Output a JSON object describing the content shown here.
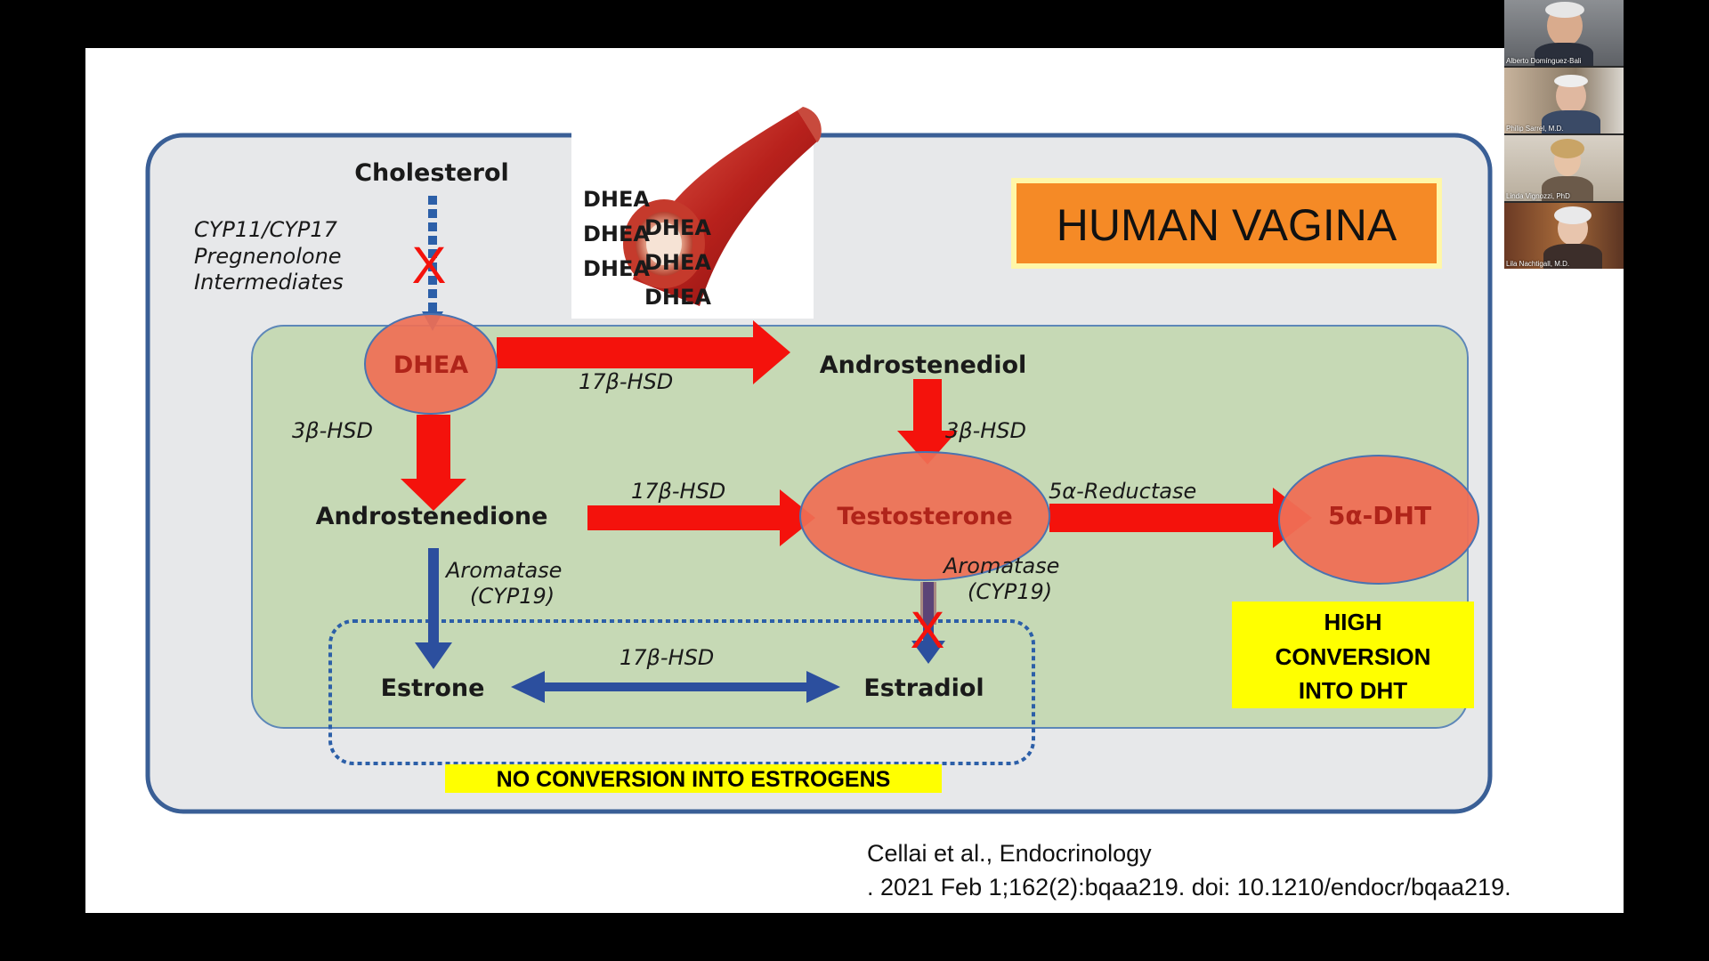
{
  "slide": {
    "diagram": {
      "nodes": {
        "cholesterol": "Cholesterol",
        "dhea": "DHEA",
        "androstenediol": "Androstenediol",
        "androstenedione": "Androstenedione",
        "testosterone": "Testosterone",
        "dht": "5α-DHT",
        "estrone": "Estrone",
        "estradiol": "Estradiol"
      },
      "enzymes": {
        "cyp_line1": "CYP11/CYP17",
        "cyp_line2": "Pregnenolone",
        "cyp_line3": "Intermediates",
        "hsd17_top": "17β-HSD",
        "hsd3_left": "3β-HSD",
        "hsd3_right": "3β-HSD",
        "hsd17_mid": "17β-HSD",
        "reductase": "5α-Reductase",
        "aromatase_left_1": "Aromatase",
        "aromatase_left_2": "(CYP19)",
        "aromatase_right_1": "Aromatase",
        "aromatase_right_2": "(CYP19)",
        "hsd17_bottom": "17β-HSD"
      },
      "blood_vessel_labels": [
        "DHEA",
        "DHEA",
        "DHEA",
        "DHEA",
        "DHEA",
        "DHEA"
      ],
      "block_mark": "X",
      "title_box": "HUMAN VAGINA",
      "high_conversion": [
        "HIGH",
        "CONVERSION",
        "INTO DHT"
      ],
      "no_conversion": "NO CONVERSION INTO ESTROGENS"
    },
    "citation": {
      "line1": "Cellai et al., Endocrinology",
      "line2": ". 2021 Feb 1;162(2):bqaa219. doi: 10.1210/endocr/bqaa219."
    }
  },
  "participants": [
    {
      "name": "Alberto Domínguez-Bali"
    },
    {
      "name": "Philip Sarrel, M.D."
    },
    {
      "name": "Linda Vignozzi, PhD"
    },
    {
      "name": "Lila Nachtigall, M.D."
    }
  ],
  "colors": {
    "red_arrow": "#f4120c",
    "blue_arrow": "#2c4f9e",
    "ellipse_fill": "#ef6f55",
    "green_panel": "#c6d9b5",
    "outer_panel": "#e7e8ea",
    "orange_title": "#f58a26",
    "yellow_label": "#ffff00"
  }
}
